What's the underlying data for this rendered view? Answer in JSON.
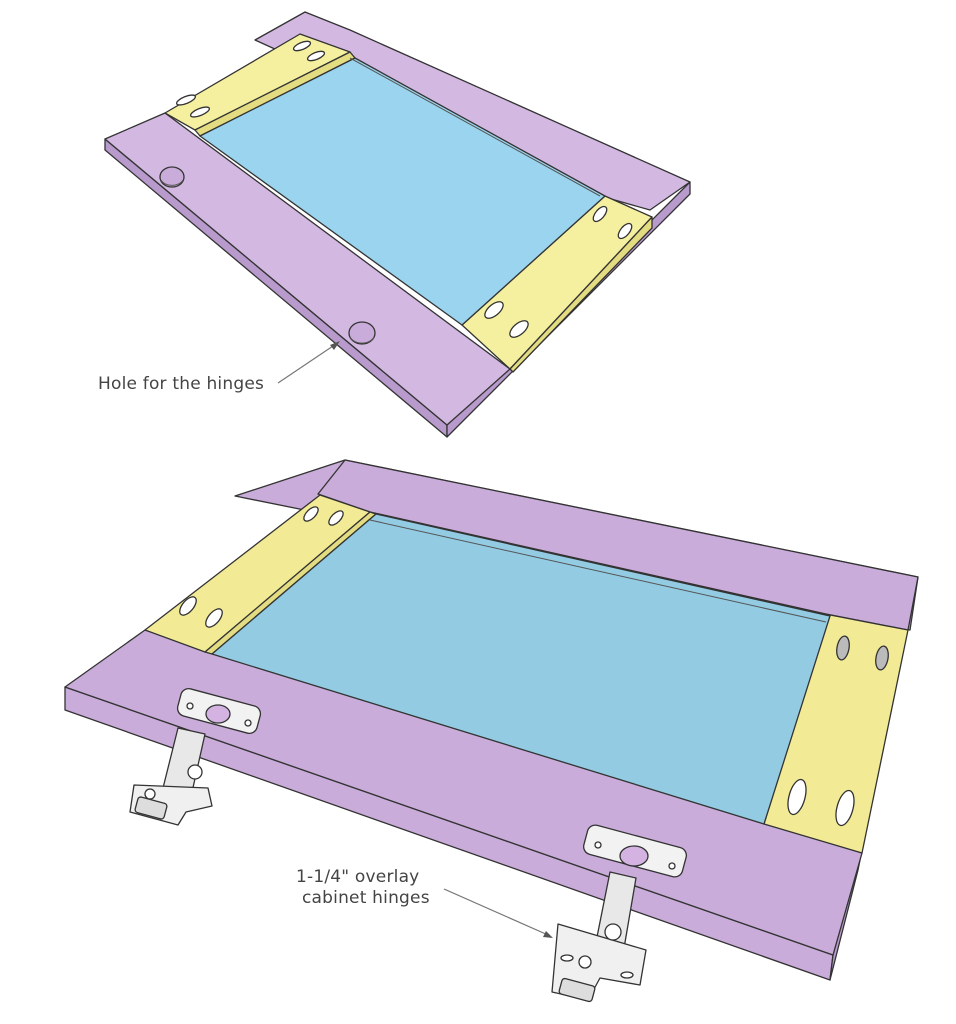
{
  "figure": {
    "type": "woodworking assembly diagram",
    "colors": {
      "stile": "#d3b9e2",
      "stile_side": "#b89bcc",
      "rail": "#f5f0a0",
      "rail_side": "#e3dc80",
      "panel_top": "#9bd4ee",
      "panel_bottom": "#92cbe2",
      "stile_bottom": "#c9acd9",
      "outline": "#333333",
      "label_text": "#444444",
      "leader": "#777777",
      "hinge_metal": "#eeeeee"
    },
    "top_view": {
      "name": "door-frame-with-hinge-holes",
      "labels": [
        {
          "text": "Hole for the hinges"
        }
      ],
      "hinge_holes": 2,
      "pocket_holes": 8
    },
    "bottom_view": {
      "name": "door-frame-with-installed-hinges",
      "labels": [
        {
          "line1": "1-1/4\" overlay",
          "line2": "cabinet hinges"
        }
      ],
      "hinges": 2,
      "pocket_holes": 8
    }
  }
}
